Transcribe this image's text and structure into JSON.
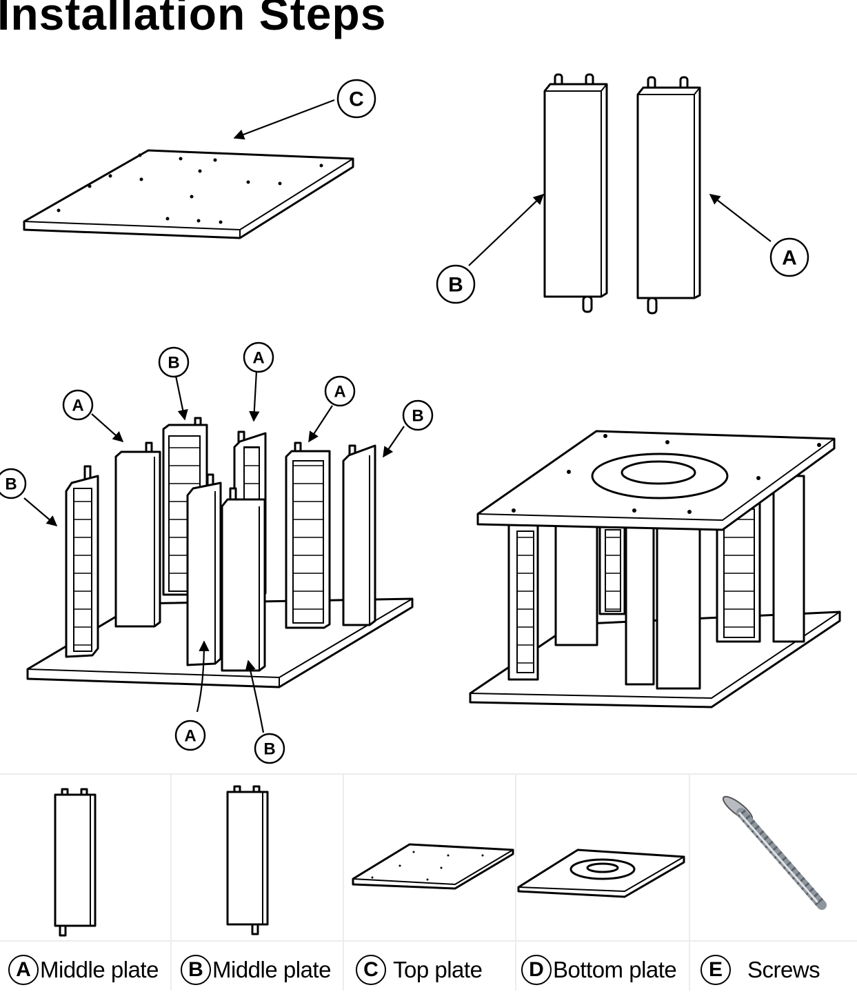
{
  "title": "Installation Steps",
  "callouts": {
    "C": "C",
    "A": "A",
    "B": "B"
  },
  "legend": [
    {
      "letter": "A",
      "label": "Middle plate"
    },
    {
      "letter": "B",
      "label": "Middle plate"
    },
    {
      "letter": "C",
      "label": "Top plate"
    },
    {
      "letter": "D",
      "label": "Bottom plate"
    },
    {
      "letter": "E",
      "label": "Screws"
    }
  ]
}
